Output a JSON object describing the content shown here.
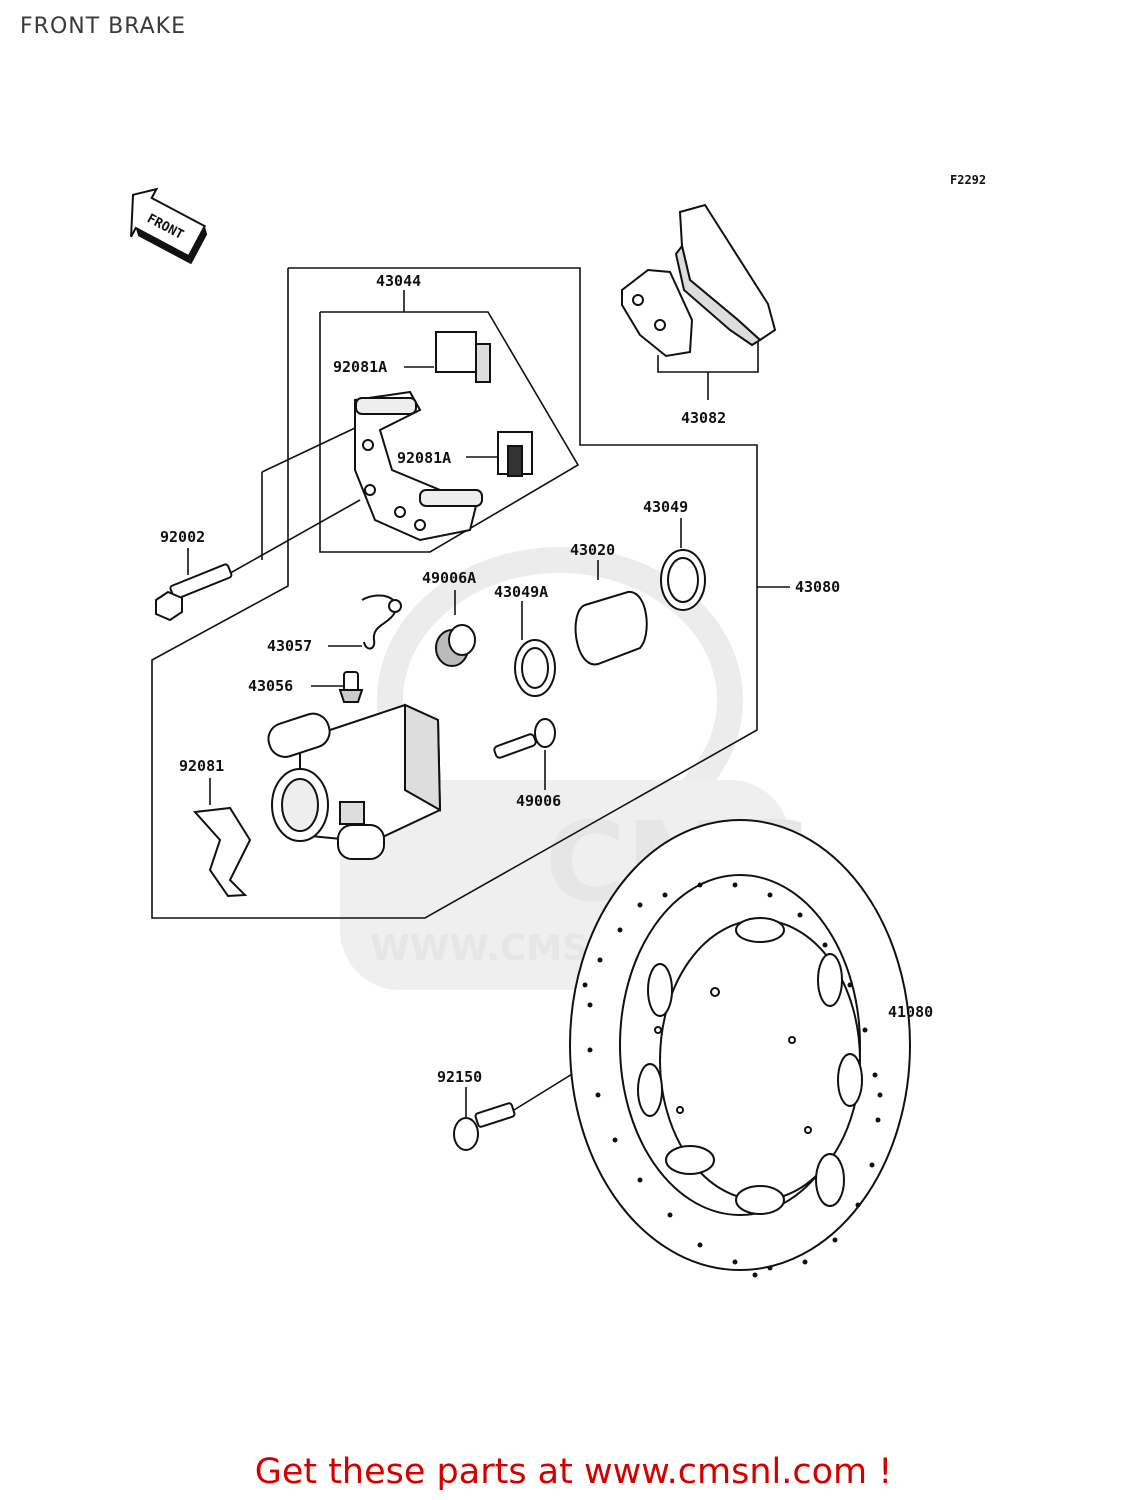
{
  "page": {
    "title": "FRONT BRAKE",
    "figure_code": "F2292",
    "front_arrow_label": "FRONT",
    "cta": "Get these parts at www.cmsnl.com !"
  },
  "watermark": {
    "brand": "CMS",
    "url": "WWW.CMSNL.COM"
  },
  "parts": {
    "p43044": "43044",
    "p92081A_1": "92081A",
    "p92081A_2": "92081A",
    "p43082": "43082",
    "p92002": "92002",
    "p43049": "43049",
    "p43020": "43020",
    "p49006A": "49006A",
    "p43049A": "43049A",
    "p43080": "43080",
    "p43057": "43057",
    "p43056": "43056",
    "p92081": "92081",
    "p49006": "49006",
    "p41080": "41080",
    "p92150": "92150"
  }
}
